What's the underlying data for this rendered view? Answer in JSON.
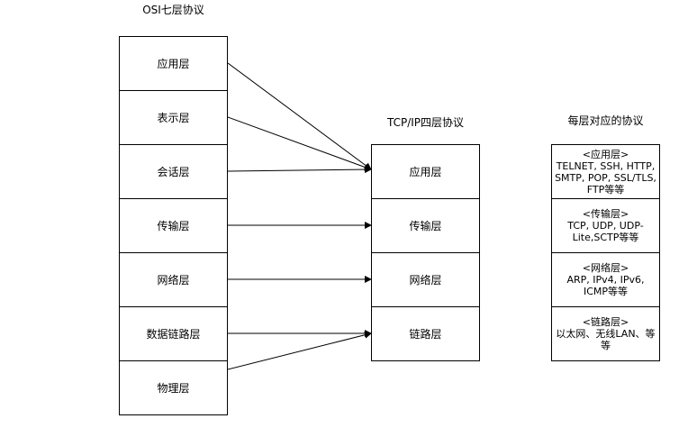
{
  "titles": {
    "osi": "OSI七层协议",
    "tcpip": "TCP/IP四层协议",
    "protocols": "每层对应的协议"
  },
  "osi_layers": [
    "应用层",
    "表示层",
    "会话层",
    "传输层",
    "网络层",
    "数据链路层",
    "物理层"
  ],
  "tcpip_layers": [
    "应用层",
    "传输层",
    "网络层",
    "链路层"
  ],
  "protocol_boxes": [
    {
      "header": "<应用层>",
      "body": "TELNET, SSH, HTTP, SMTP, POP, SSL/TLS, FTP等等"
    },
    {
      "header": "<传输层>",
      "body": "TCP, UDP, UDP-Lite,SCTP等等"
    },
    {
      "header": "<网络层>",
      "body": "ARP, IPv4, IPv6, ICMP等等"
    },
    {
      "header": "<链路层>",
      "body": "以太网、无线LAN、等等"
    }
  ],
  "mapping": [
    {
      "from": 0,
      "to": 0
    },
    {
      "from": 1,
      "to": 0
    },
    {
      "from": 2,
      "to": 0
    },
    {
      "from": 3,
      "to": 1
    },
    {
      "from": 4,
      "to": 2
    },
    {
      "from": 5,
      "to": 3
    },
    {
      "from": 6,
      "to": 3
    }
  ]
}
